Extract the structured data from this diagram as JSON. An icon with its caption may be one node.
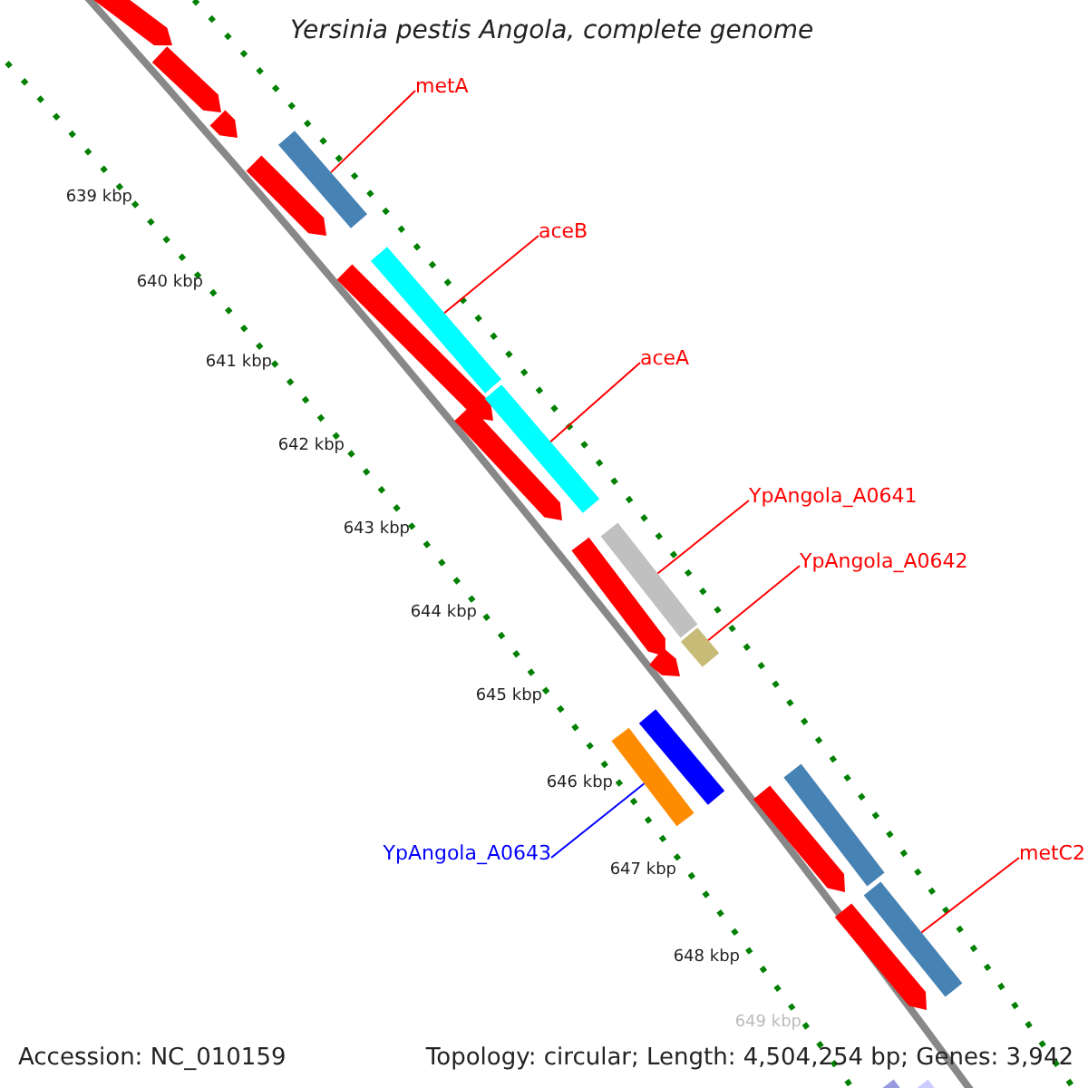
{
  "diagram": {
    "title": "Yersinia pestis Angola, complete genome",
    "nodes": [
      {
        "text": [
          "metA"
        ]
      },
      {
        "text": [
          "aceB"
        ]
      },
      {
        "text": [
          "aceA"
        ]
      },
      {
        "text": [
          "YpAngola_A0641"
        ]
      },
      {
        "text": [
          "YpAngola_A0642"
        ]
      },
      {
        "text": [
          "YpAngola_A0643"
        ]
      },
      {
        "text": [
          "metC2"
        ]
      },
      {
        "text": [],
        "shape": "arrow"
      },
      {
        "text": [],
        "shape": "arrow"
      },
      {
        "text": [],
        "shape": "arrow"
      },
      {
        "text": [],
        "shape": "bar"
      },
      {
        "text": [],
        "shape": "arrow"
      },
      {
        "text": [],
        "shape": "bar"
      },
      {
        "text": [],
        "shape": "arrow"
      },
      {
        "text": [],
        "shape": "bar"
      },
      {
        "text": [],
        "shape": "arrow"
      },
      {
        "text": [],
        "shape": "bar"
      },
      {
        "text": [],
        "shape": "arrow"
      },
      {
        "text": [],
        "shape": "bar"
      },
      {
        "text": [],
        "shape": "arrow"
      },
      {
        "text": [],
        "shape": "bar"
      },
      {
        "text": [],
        "shape": "bar"
      },
      {
        "text": [],
        "shape": "bar"
      },
      {
        "text": [],
        "shape": "arrow"
      },
      {
        "text": [],
        "shape": "bar"
      },
      {
        "text": [],
        "shape": "arrow"
      },
      {
        "text": [],
        "shape": "bar"
      },
      {
        "text": [],
        "shape": "bar"
      }
    ],
    "edges": [
      {
        "from": 0,
        "to": 10,
        "arrow": "none"
      },
      {
        "from": 1,
        "to": 12,
        "arrow": "none"
      },
      {
        "from": 2,
        "to": 14,
        "arrow": "none"
      },
      {
        "from": 3,
        "to": 16,
        "arrow": "none"
      },
      {
        "from": 4,
        "to": 18,
        "arrow": "none"
      },
      {
        "from": 5,
        "to": 21,
        "arrow": "none",
        "color": "#0000ff"
      },
      {
        "from": 6,
        "to": 24,
        "arrow": "none"
      }
    ],
    "labels": [
      "639 kbp",
      "640 kbp",
      "641 kbp",
      "642 kbp",
      "643 kbp",
      "644 kbp",
      "645 kbp",
      "646 kbp",
      "647 kbp",
      "648 kbp",
      "649 kbp",
      "Accession: NC_010159",
      "Topology: circular; Length: 4,504,254 bp; Genes: 3,942"
    ]
  }
}
